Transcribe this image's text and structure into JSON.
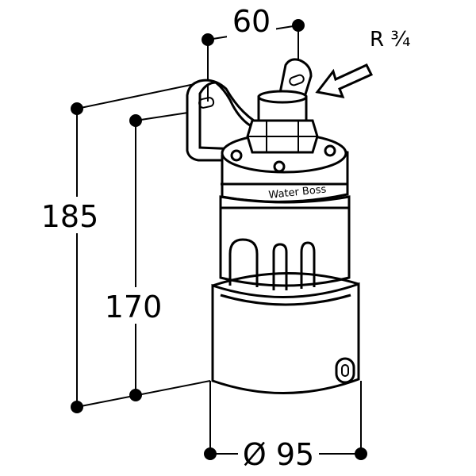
{
  "dimensions": {
    "overall_height": "185",
    "body_height": "170",
    "mount_spacing": "60",
    "diameter": "Ø 95"
  },
  "connection_label": "R ¾",
  "brand_label": "Water Boss"
}
